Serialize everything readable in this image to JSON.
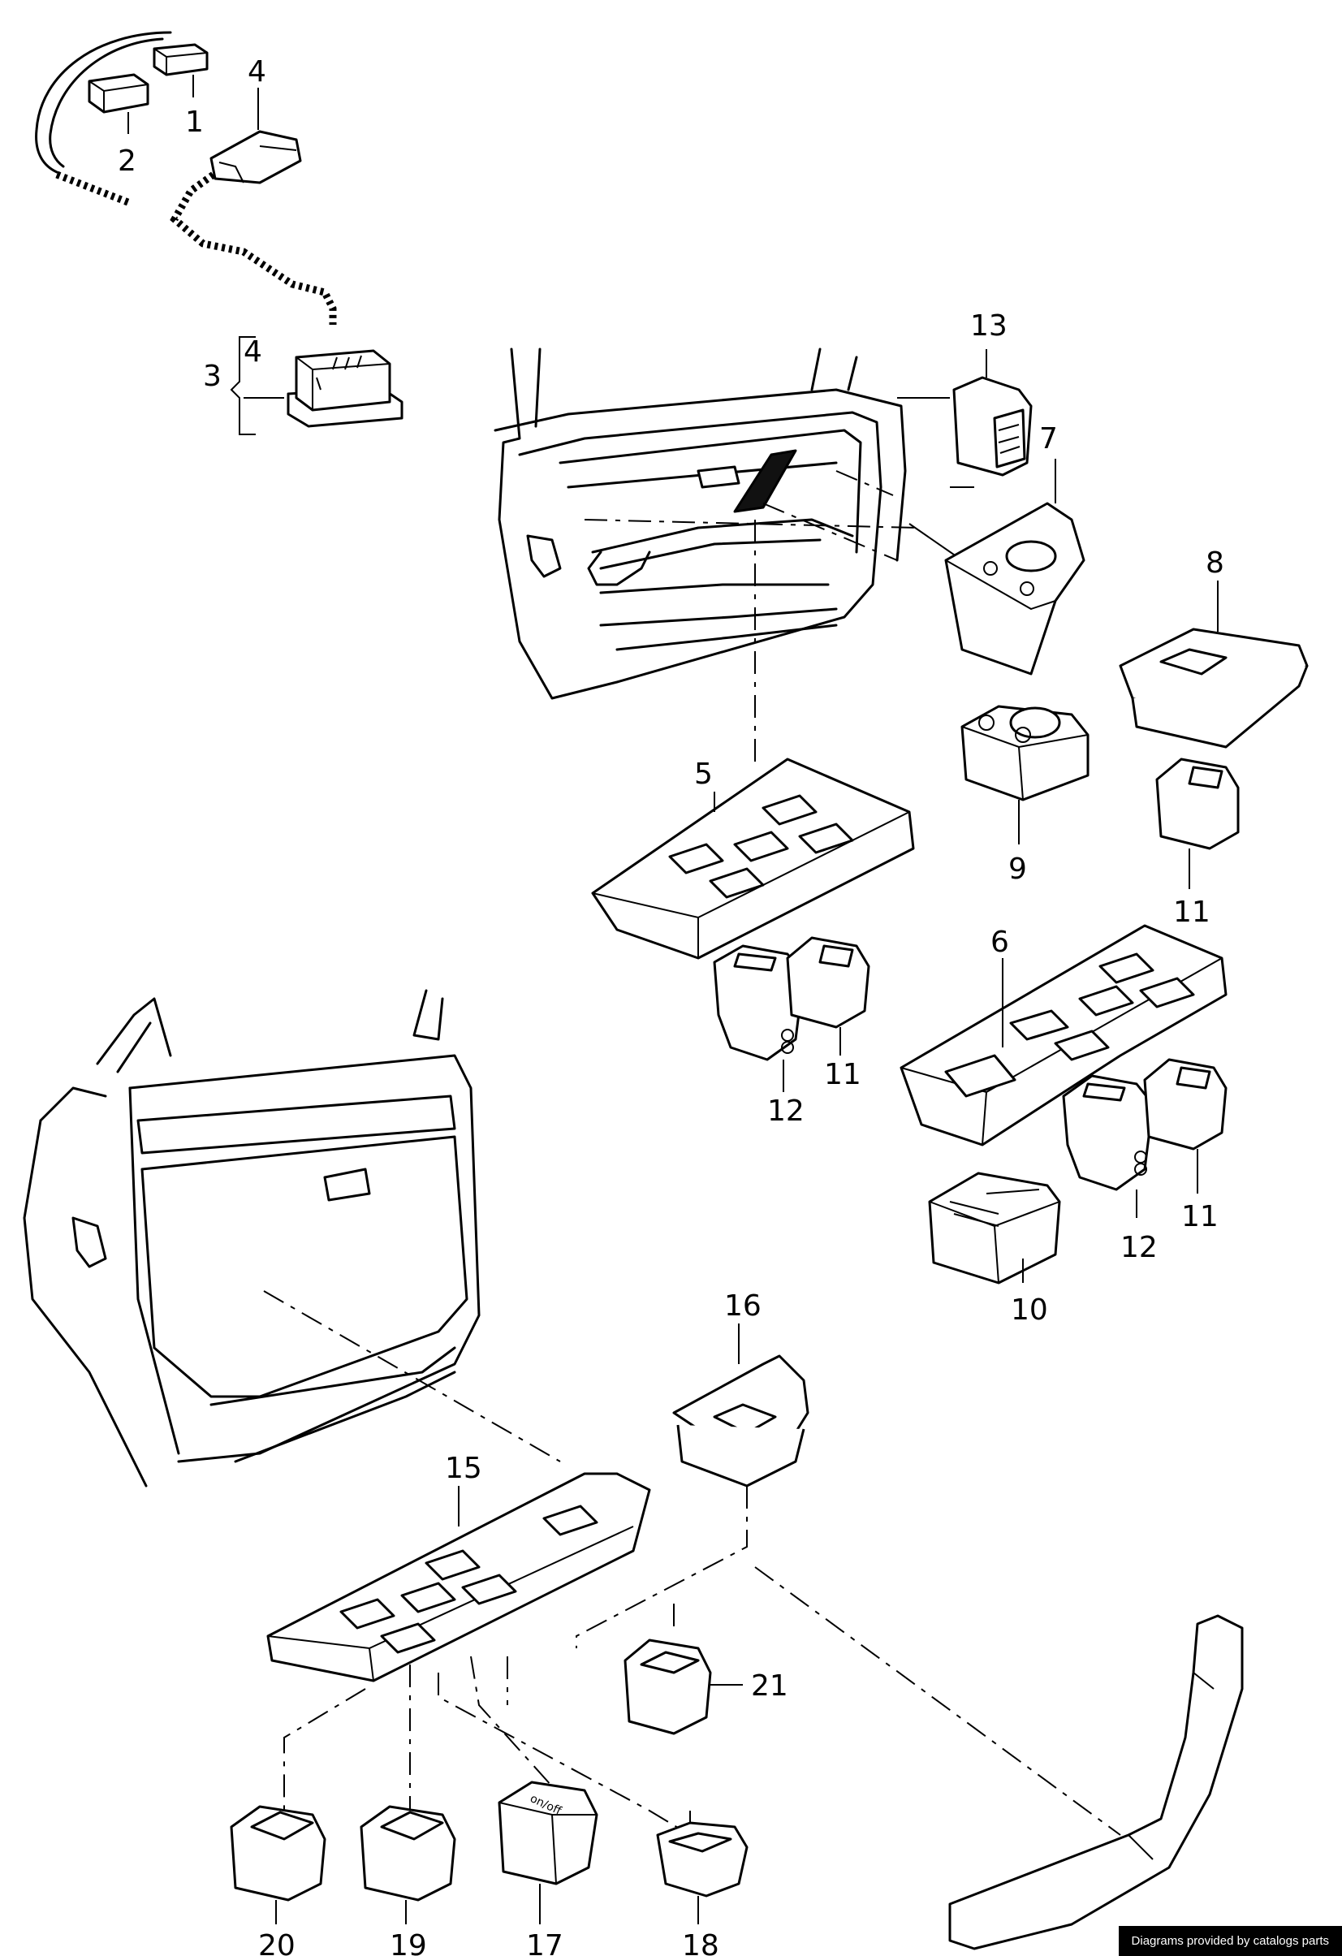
{
  "callouts": {
    "c1": "1",
    "c2": "2",
    "c3": "3",
    "c4a": "4",
    "c4b": "4",
    "c5": "5",
    "c6": "6",
    "c7": "7",
    "c8": "8",
    "c9": "9",
    "c10": "10",
    "c11a": "11",
    "c11b": "11",
    "c11c": "11",
    "c12a": "12",
    "c12b": "12",
    "c13": "13",
    "c15": "15",
    "c16": "16",
    "c17": "17",
    "c18": "18",
    "c19": "19",
    "c20": "20",
    "c21": "21"
  },
  "switch_text": {
    "onoff": "on/off"
  },
  "credit": "Diagrams provided by catalogs parts"
}
